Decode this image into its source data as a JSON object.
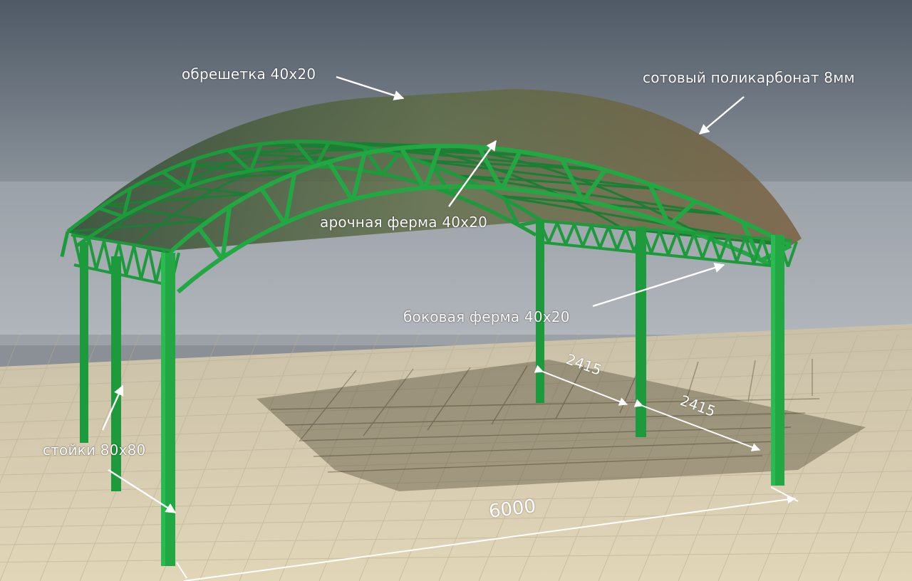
{
  "labels": {
    "lathing": "обрешетка 40x20",
    "polycarbonate": "сотовый поликарбонат 8мм",
    "arch_truss": "арочная ферма 40x20",
    "side_truss": "боковая ферма 40x20",
    "posts": "стойки 80x80"
  },
  "dimensions": {
    "total_length": "6000",
    "span_1": "2415",
    "span_2": "2415"
  },
  "colors": {
    "frame_green": "#1d9a3c",
    "frame_dark": "#126b27",
    "roof_tint": "#6b5a3c",
    "floor": "#d9cdb0",
    "sky_top": "#4f5a66",
    "sky_bottom": "#b9bec3",
    "annotation": "#ffffff"
  }
}
